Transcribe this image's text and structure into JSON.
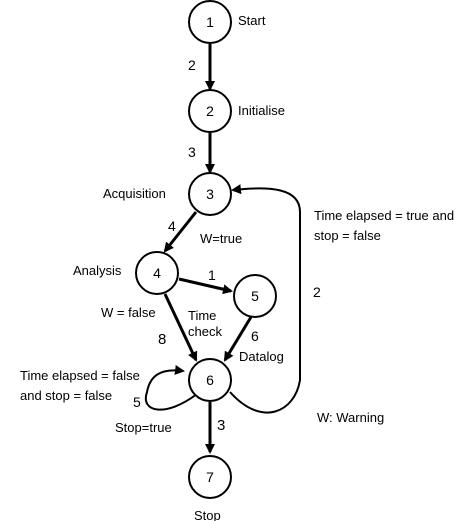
{
  "nodes": [
    {
      "id": "1",
      "label": "Start"
    },
    {
      "id": "2",
      "label": "Initialise"
    },
    {
      "id": "3",
      "label": "Acquisition"
    },
    {
      "id": "4",
      "label": "Analysis"
    },
    {
      "id": "5",
      "label": ""
    },
    {
      "id": "6",
      "label": "Datalog"
    },
    {
      "id": "7",
      "label": "Stop"
    }
  ],
  "edges": {
    "e12": "2",
    "e23": "3",
    "e34": "4",
    "e45": "1",
    "e46": "8",
    "e56": "6",
    "e66": "5",
    "e63": "2",
    "e67": "3"
  },
  "conditions": {
    "w_true": "W=true",
    "w_false": "W = false",
    "time_check": "Time\ncheck",
    "elapsed_true": "Time elapsed = true and\nstop = false",
    "elapsed_false": "Time elapsed = false\nand stop = false",
    "stop_true": "Stop=true"
  },
  "legend": "W: Warning"
}
